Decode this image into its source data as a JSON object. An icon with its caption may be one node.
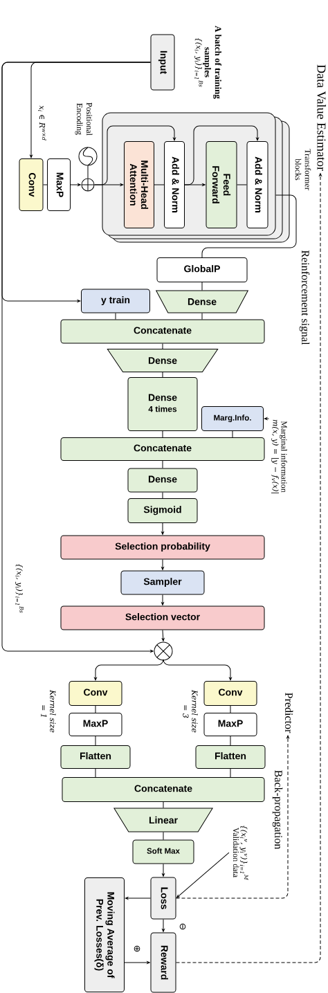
{
  "diagram": {
    "nodes": [
      {
        "text": [
          "Input"
        ],
        "beside": [
          "A batch of training samples",
          "{(x$_{i}$, y$_{i}$)}$_{i=1}$$^{Bs}$"
        ]
      },
      {
        "text": [
          "Conv"
        ]
      },
      {
        "text": [
          "MaxP"
        ]
      },
      {
        "text": [],
        "shape": "circle",
        "beside": [
          "Positional Encoding"
        ]
      },
      {
        "text": [],
        "shape": "circle"
      },
      {
        "text": [
          "Transformer blocks"
        ]
      },
      {
        "text": [
          "Multi-Head Attention"
        ],
        "in": 5
      },
      {
        "text": [
          "Add & Norm"
        ],
        "in": 5
      },
      {
        "text": [
          "Feed Forward"
        ],
        "in": 5
      },
      {
        "text": [
          "Add & Norm"
        ],
        "in": 5
      },
      {
        "text": [
          "GlobalP"
        ]
      },
      {
        "text": [
          "y train"
        ]
      },
      {
        "text": [
          "Dense"
        ]
      },
      {
        "text": [
          "Concatenate"
        ]
      },
      {
        "text": [
          "Dense"
        ]
      },
      {
        "text": [
          "Dense",
          "4 times"
        ]
      },
      {
        "text": [
          "Marg.Info."
        ]
      },
      {
        "text": [
          "Marginal information",
          "m(x, y) = |y − f$_{v}$(x)|"
        ]
      },
      {
        "text": [
          "Concatenate"
        ]
      },
      {
        "text": [
          "Dense"
        ]
      },
      {
        "text": [
          "Sigmoid"
        ]
      },
      {
        "text": [
          "Selection probability"
        ]
      },
      {
        "text": [
          "Sampler"
        ]
      },
      {
        "text": [
          "Selection vector"
        ]
      },
      {
        "text": [],
        "shape": "circle"
      },
      {
        "text": [
          "Conv"
        ],
        "beside": [
          "Kernel size = 1"
        ]
      },
      {
        "text": [
          "MaxP"
        ]
      },
      {
        "text": [
          "Flatten"
        ]
      },
      {
        "text": [
          "Conv"
        ],
        "beside": [
          "Kernel size = 3"
        ]
      },
      {
        "text": [
          "MaxP"
        ]
      },
      {
        "text": [
          "Flatten"
        ]
      },
      {
        "text": [
          "Concatenate"
        ]
      },
      {
        "text": [
          "Linear"
        ]
      },
      {
        "text": [
          "Soft Max"
        ]
      },
      {
        "text": [
          "Loss"
        ]
      },
      {
        "text": [
          "Reward"
        ]
      },
      {
        "text": [
          "Moving Average of Prev. Losses(δ)"
        ]
      },
      {
        "text": [
          "{(x$_{i}$$^{v}$, y$_{i}$$^{v}$)}$_{i=1}$$^{M}$",
          "Validation data"
        ]
      },
      {
        "text": [
          "Data Value Estimator"
        ]
      },
      {
        "text": [
          "Predictor"
        ]
      }
    ],
    "edges": [
      {
        "from": 0,
        "to": 1,
        "arrow": "to",
        "label": "x$_{i}$ ∈ R$^{w×d}$"
      },
      {
        "from": 0,
        "to": 11,
        "arrow": "to"
      },
      {
        "from": 0,
        "to": 24,
        "arrow": "to",
        "label": "{(x$_{i}$, y$_{i}$)}$_{i=1}$$^{Bs}$"
      },
      {
        "from": 1,
        "to": 2,
        "arrow": "none"
      },
      {
        "from": 2,
        "to": 4,
        "arrow": "to"
      },
      {
        "from": 3,
        "to": 4,
        "arrow": "none"
      },
      {
        "from": 4,
        "to": 6,
        "arrow": "to"
      },
      {
        "from": 4,
        "to": 7,
        "arrow": "to"
      },
      {
        "from": 6,
        "to": 7,
        "arrow": "none"
      },
      {
        "from": 7,
        "to": 8,
        "arrow": "to"
      },
      {
        "from": 7,
        "to": 9,
        "arrow": "to"
      },
      {
        "from": 8,
        "to": 9,
        "arrow": "none"
      },
      {
        "from": 5,
        "to": 10,
        "arrow": "none"
      },
      {
        "from": 10,
        "to": 12,
        "arrow": "none"
      },
      {
        "from": 11,
        "to": 13,
        "arrow": "none"
      },
      {
        "from": 12,
        "to": 13,
        "arrow": "none"
      },
      {
        "from": 13,
        "to": 14,
        "arrow": "none"
      },
      {
        "from": 14,
        "to": 15,
        "arrow": "none"
      },
      {
        "from": 17,
        "to": 16,
        "arrow": "to"
      },
      {
        "from": 15,
        "to": 18,
        "arrow": "none"
      },
      {
        "from": 16,
        "to": 18,
        "arrow": "none"
      },
      {
        "from": 18,
        "to": 19,
        "arrow": "none"
      },
      {
        "from": 19,
        "to": 20,
        "arrow": "none"
      },
      {
        "from": 20,
        "to": 21,
        "arrow": "to"
      },
      {
        "from": 21,
        "to": 22,
        "arrow": "to"
      },
      {
        "from": 22,
        "to": 23,
        "arrow": "to"
      },
      {
        "from": 23,
        "to": 24,
        "arrow": "to"
      },
      {
        "from": 24,
        "to": 25,
        "arrow": "to"
      },
      {
        "from": 24,
        "to": 28,
        "arrow": "to"
      },
      {
        "from": 25,
        "to": 26,
        "arrow": "none"
      },
      {
        "from": 26,
        "to": 27,
        "arrow": "none"
      },
      {
        "from": 28,
        "to": 29,
        "arrow": "none"
      },
      {
        "from": 29,
        "to": 30,
        "arrow": "none"
      },
      {
        "from": 27,
        "to": 31,
        "arrow": "none"
      },
      {
        "from": 30,
        "to": 31,
        "arrow": "none"
      },
      {
        "from": 31,
        "to": 32,
        "arrow": "none"
      },
      {
        "from": 32,
        "to": 33,
        "arrow": "none"
      },
      {
        "from": 33,
        "to": 34,
        "arrow": "to"
      },
      {
        "from": 37,
        "to": 34,
        "arrow": "to"
      },
      {
        "from": 34,
        "to": 36,
        "arrow": "to"
      },
      {
        "from": 34,
        "to": 35,
        "arrow": "to"
      },
      {
        "from": 36,
        "to": 35,
        "arrow": "to"
      },
      {
        "from": 35,
        "to": 38,
        "arrow": "to",
        "style": "dashed",
        "label": "Reinforcement signal"
      },
      {
        "from": 34,
        "to": 39,
        "arrow": "to",
        "style": "dashed",
        "label": "Back-propagation"
      }
    ],
    "labels": [
      "⊖",
      "⊕"
    ]
  }
}
